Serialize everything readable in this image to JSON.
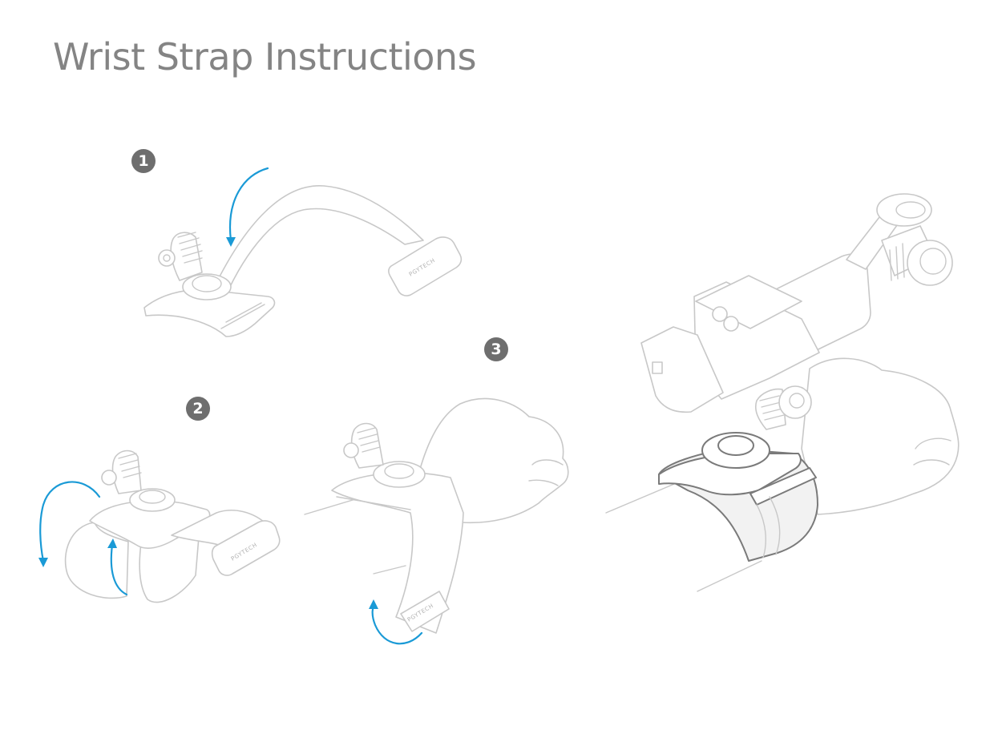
{
  "title": "Wrist Strap Instructions",
  "steps": [
    {
      "number": "1",
      "description": ""
    },
    {
      "number": "2",
      "description": ""
    },
    {
      "number": "3",
      "description": ""
    }
  ],
  "brand_label": "PGYTECH",
  "colors": {
    "title": "#848484",
    "badge": "#6e6e6e",
    "arrow": "#1a9ad6",
    "outline": "#c8c8c8",
    "outline_dark": "#7a7a7a"
  }
}
